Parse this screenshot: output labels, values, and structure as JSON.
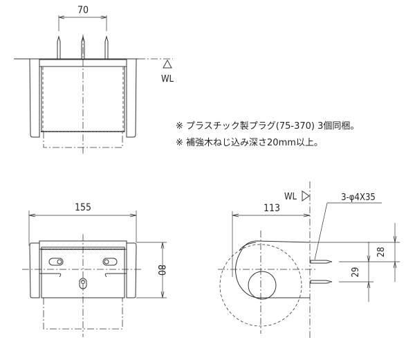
{
  "top_view": {
    "dim_width": "70",
    "wall_label": "WL"
  },
  "notes": [
    "※ プラスチック製プラグ(75-370) 3個同梱。",
    "※ 補強木ねじ込み深さ20mm以上。"
  ],
  "front_view": {
    "dim_width": "155",
    "dim_height": "80"
  },
  "side_view": {
    "wall_label": "WL",
    "dim_depth": "113",
    "screw_spec": "3-φ4X35",
    "dim_top": "28",
    "dim_spacing": "29"
  }
}
